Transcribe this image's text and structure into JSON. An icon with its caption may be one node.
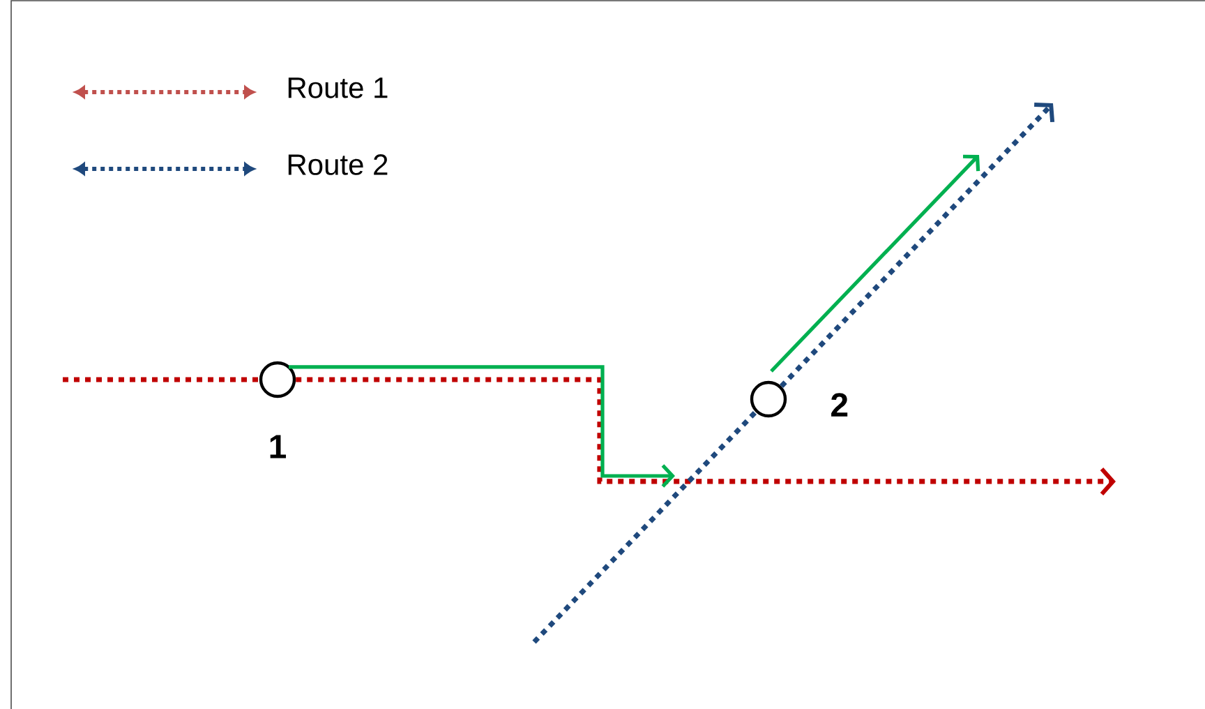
{
  "diagram": {
    "nodes": [
      {
        "text": [],
        "shape": "circle",
        "beside": [
          "1"
        ]
      },
      {
        "text": [],
        "shape": "circle",
        "beside": [
          "2"
        ]
      }
    ],
    "edges": [
      {
        "from": null,
        "to": 0,
        "arrow": "none",
        "style": "dashed",
        "color": "#c00000"
      },
      {
        "from": 0,
        "to": null,
        "arrow": "to",
        "style": "dashed",
        "color": "#c00000"
      },
      {
        "from": null,
        "to": 1,
        "arrow": "none",
        "style": "dashed",
        "color": "#1f497d"
      },
      {
        "from": 1,
        "to": null,
        "arrow": "to",
        "style": "dashed",
        "color": "#1f497d"
      },
      {
        "from": 0,
        "to": null,
        "arrow": "to",
        "color": "#00b050"
      },
      {
        "from": 1,
        "to": null,
        "arrow": "to",
        "color": "#00b050"
      }
    ],
    "legend": [
      {
        "text": "Route 1"
      },
      {
        "text": "Route 2"
      }
    ]
  }
}
